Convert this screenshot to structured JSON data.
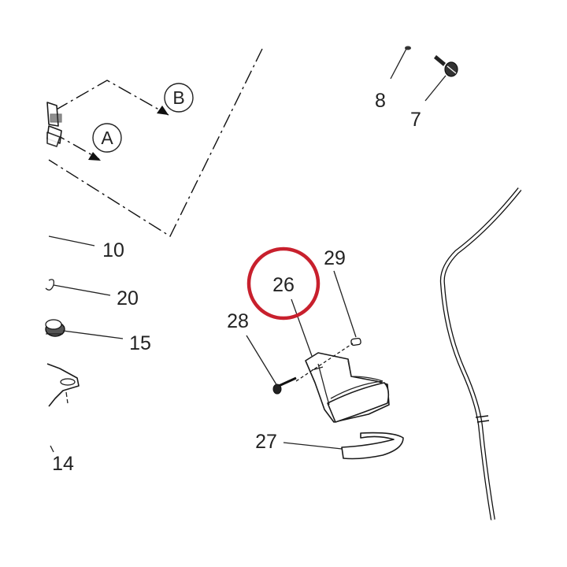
{
  "diagram": {
    "highlight_color": "#c8202d",
    "line_color": "#1a1a1a",
    "callouts": {
      "c7": "7",
      "c8": "8",
      "c10": "10",
      "c14": "14",
      "c15": "15",
      "c20": "20",
      "c26": "26",
      "c27": "27",
      "c28": "28",
      "c29": "29"
    },
    "view_markers": {
      "a": "A",
      "b": "B"
    }
  }
}
